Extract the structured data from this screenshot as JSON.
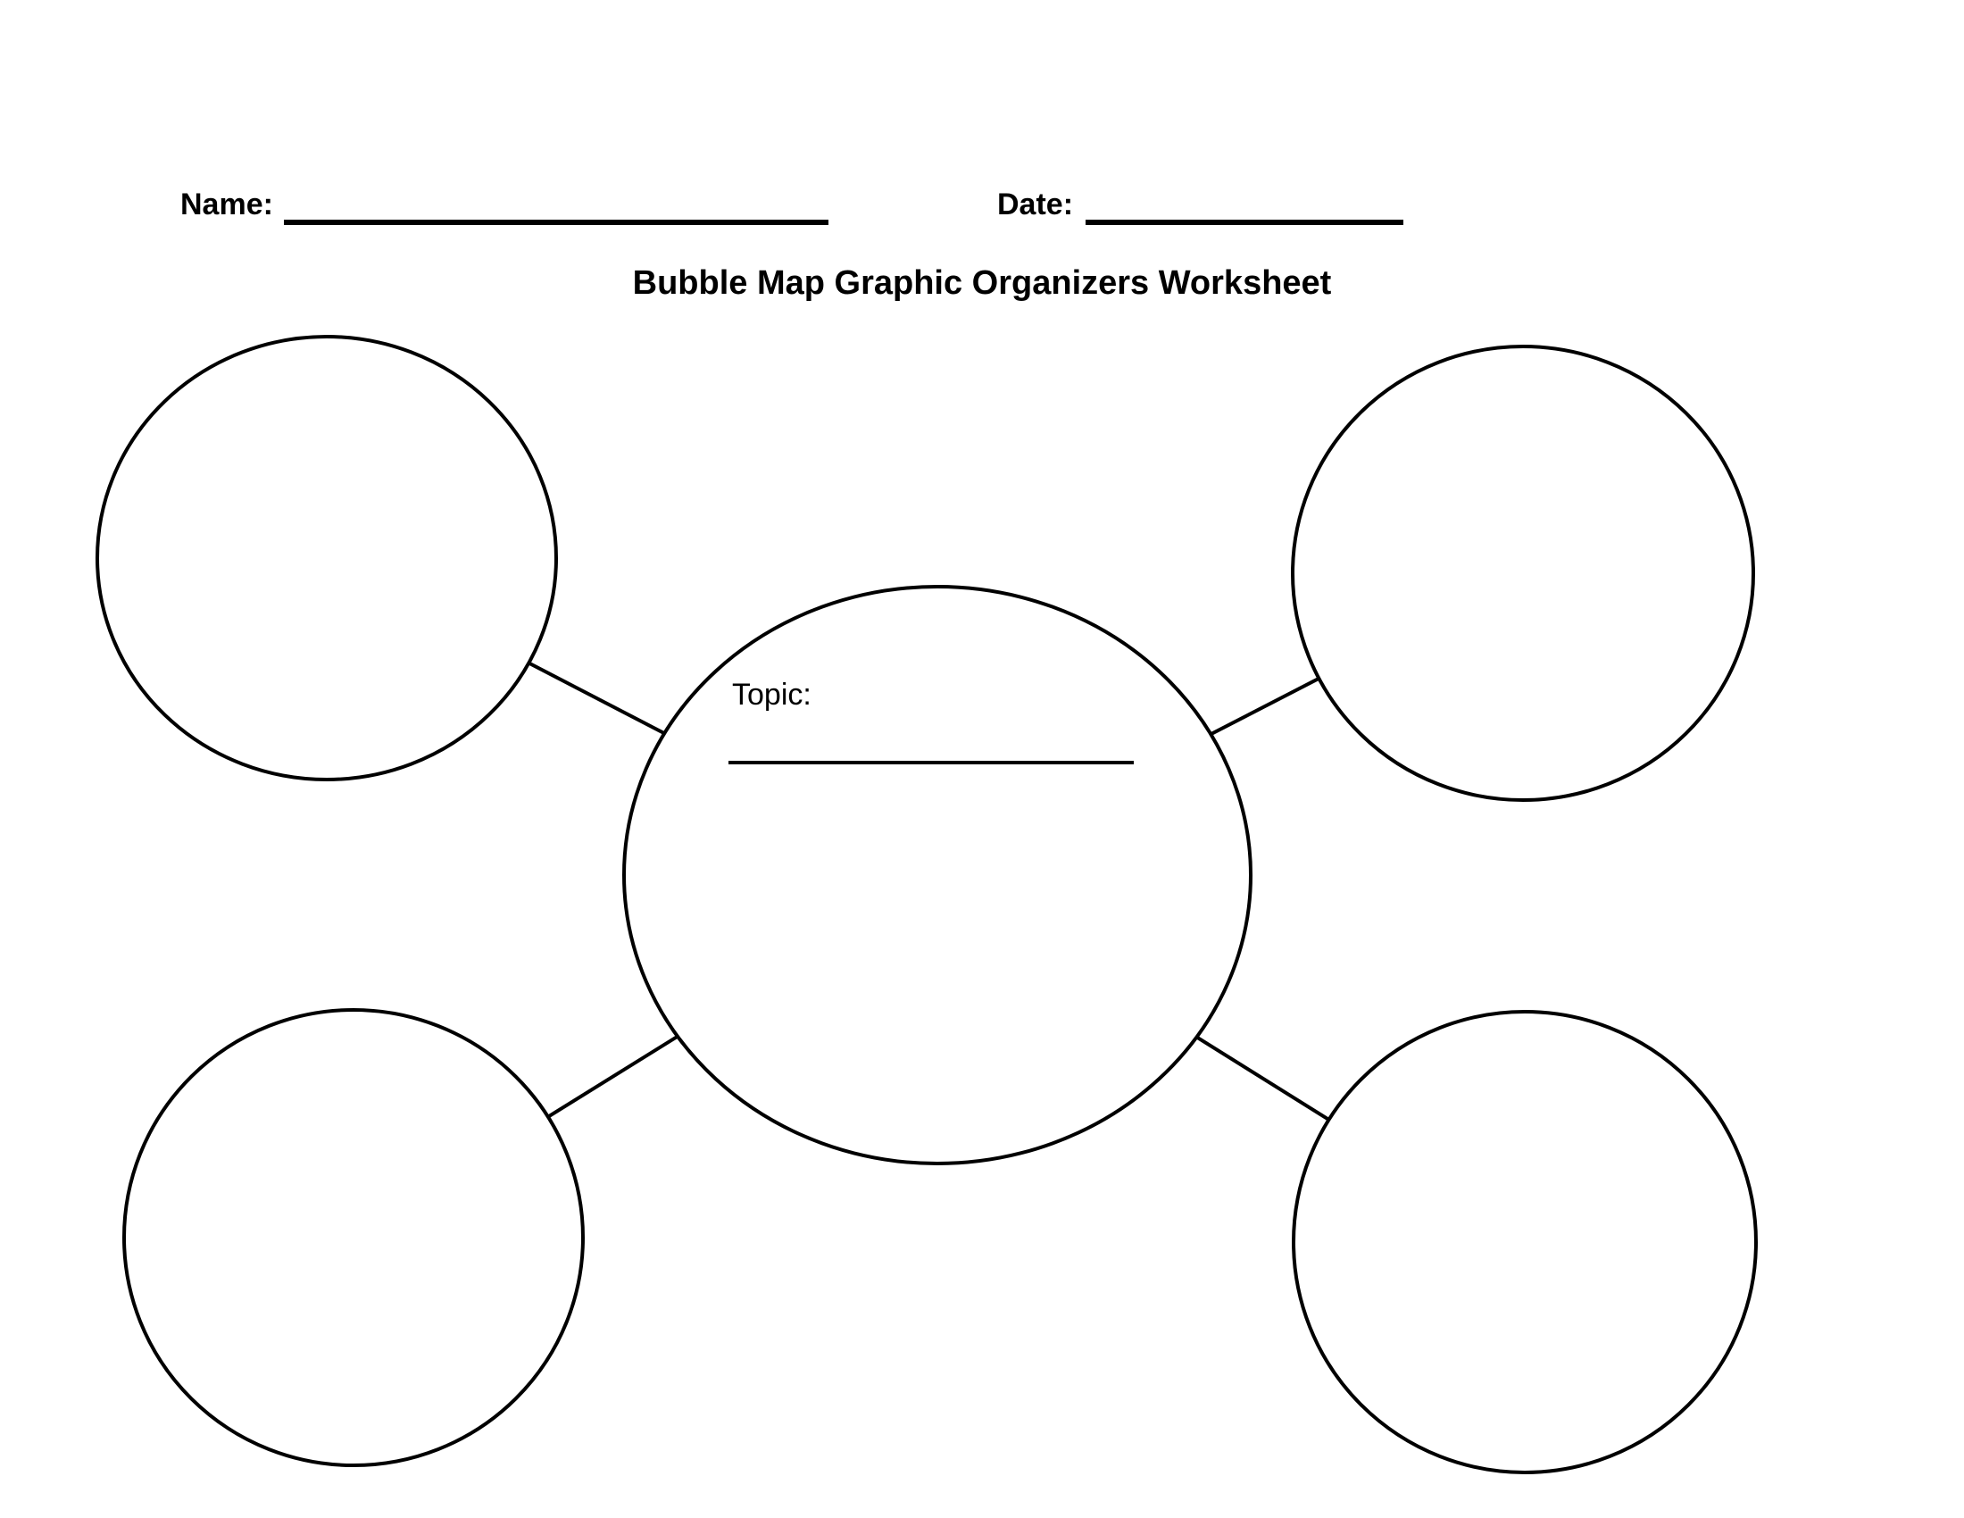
{
  "page": {
    "background_color": "#ffffff",
    "ink_color": "#000000"
  },
  "header": {
    "name_label": "Name:",
    "date_label": "Date:",
    "name_value": "",
    "date_value": ""
  },
  "title": "Bubble Map Graphic Organizers Worksheet",
  "diagram": {
    "type": "bubble-map",
    "center_label": "Topic:",
    "center_value": "",
    "outer_bubble_count": 4,
    "outer_bubbles": [
      {
        "position": "top-left",
        "value": ""
      },
      {
        "position": "top-right",
        "value": ""
      },
      {
        "position": "bottom-left",
        "value": ""
      },
      {
        "position": "bottom-right",
        "value": ""
      }
    ]
  }
}
